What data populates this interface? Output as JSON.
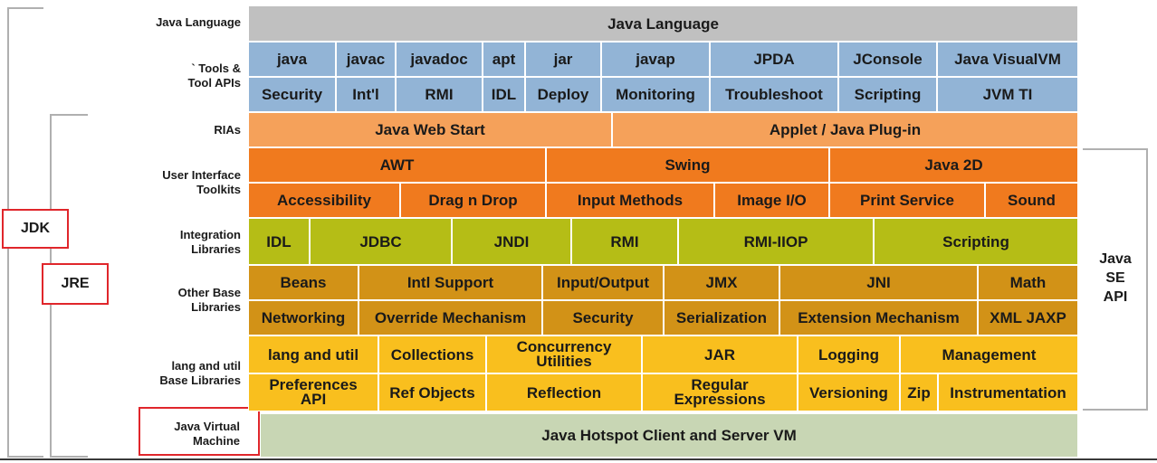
{
  "row_labels": {
    "java_language": "Java Language",
    "tools_line1": "` Tools &",
    "tools_line2": "Tool APIs",
    "rias": "RIAs",
    "ui_line1": "User Interface",
    "ui_line2": "Toolkits",
    "integration_line1": "Integration",
    "integration_line2": "Libraries",
    "other_line1": "Other Base",
    "other_line2": "Libraries",
    "lang_line1": "lang and util",
    "lang_line2": "Base Libraries",
    "jvm_line1": "Java Virtual",
    "jvm_line2": "Machine"
  },
  "side_labels": {
    "jdk": "JDK",
    "jre": "JRE",
    "api_line1": "Java",
    "api_line2": "SE",
    "api_line3": "API"
  },
  "cells": {
    "java_language": "Java Language",
    "tools_row1": [
      "java",
      "javac",
      "javadoc",
      "apt",
      "jar",
      "javap",
      "JPDA",
      "JConsole",
      "Java VisualVM"
    ],
    "tools_row2": [
      "Security",
      "Int'l",
      "RMI",
      "IDL",
      "Deploy",
      "Monitoring",
      "Troubleshoot",
      "Scripting",
      "JVM TI"
    ],
    "rias": [
      "Java Web Start",
      "Applet / Java Plug-in"
    ],
    "ui_row1": [
      "AWT",
      "Swing",
      "Java 2D"
    ],
    "ui_row2": [
      "Accessibility",
      "Drag n Drop",
      "Input Methods",
      "Image I/O",
      "Print Service",
      "Sound"
    ],
    "integration": [
      "IDL",
      "JDBC",
      "JNDI",
      "RMI",
      "RMI-IIOP",
      "Scripting"
    ],
    "other_row1": [
      "Beans",
      "Intl Support",
      "Input/Output",
      "JMX",
      "JNI",
      "Math"
    ],
    "other_row2": [
      "Networking",
      "Override Mechanism",
      "Security",
      "Serialization",
      "Extension Mechanism",
      "XML JAXP"
    ],
    "lang_row1": {
      "c0": "lang and util",
      "c1": "Collections",
      "c2_line1": "Concurrency",
      "c2_line2": "Utilities",
      "c3": "JAR",
      "c4": "Logging",
      "c5": "Management"
    },
    "lang_row2": {
      "c0_line1": "Preferences",
      "c0_line2": "API",
      "c1": "Ref Objects",
      "c2": "Reflection",
      "c3_line1": "Regular",
      "c3_line2": "Expressions",
      "c4": "Versioning",
      "c5": "Zip",
      "c6": "Instrumentation"
    },
    "jvm": "Java Hotspot Client and Server VM"
  },
  "colors": {
    "java_language": "#c0c0c0",
    "tools": "#92b4d6",
    "rias": "#f5a15a",
    "ui": "#f07a1e",
    "integration": "#b5bd16",
    "other": "#d29217",
    "lang": "#f9bf1e",
    "jvm": "#c8d6b4",
    "highlight": "#e0262b"
  }
}
